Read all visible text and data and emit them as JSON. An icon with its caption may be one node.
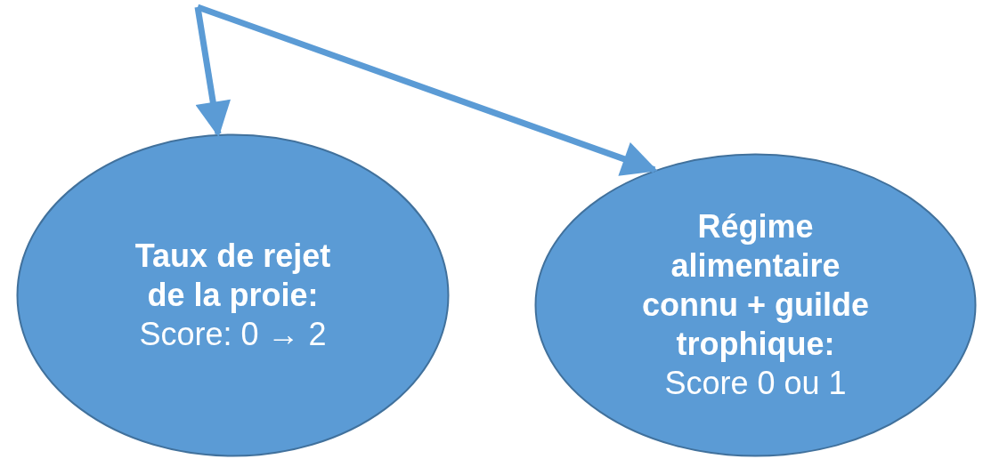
{
  "diagram": {
    "nodes": [
      {
        "text": [
          "Taux de rejet de la proie:",
          "Score: 0 → 2"
        ]
      },
      {
        "text": [
          "Régime alimentaire connu + guilde trophique:",
          "Score 0 ou 1"
        ]
      }
    ],
    "edges": [
      {
        "from": null,
        "to": 0,
        "arrow": "to"
      },
      {
        "from": null,
        "to": 1,
        "arrow": "to"
      }
    ]
  }
}
